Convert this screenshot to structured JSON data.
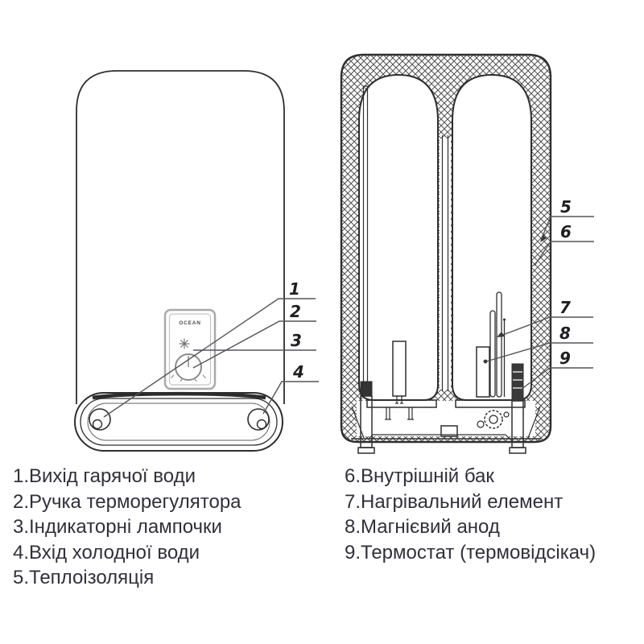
{
  "figure": {
    "description": "Water heater manual illustration: external front view and cross-section view with numbered callouts",
    "brand": "OCEAN",
    "views": {
      "front_view_callouts": [
        "1",
        "2",
        "3",
        "4"
      ],
      "cross_section_callouts": [
        "5",
        "6",
        "7",
        "8",
        "9"
      ]
    }
  },
  "legend": {
    "left": [
      {
        "num": "1.",
        "label": "Вихід гарячої води"
      },
      {
        "num": "2.",
        "label": "Ручка терморегулятора"
      },
      {
        "num": "3.",
        "label": "Індикаторні лампочки"
      },
      {
        "num": "4.",
        "label": "Вхід холодної води"
      },
      {
        "num": "5.",
        "label": "Теплоізоляція"
      }
    ],
    "right": [
      {
        "num": "6.",
        "label": "Внутрішній бак"
      },
      {
        "num": "7.",
        "label": "Нагрівальний елемент"
      },
      {
        "num": "8.",
        "label": "Магнієвий анод"
      },
      {
        "num": "9.",
        "label": "Термостат (термовідсікач)"
      }
    ]
  },
  "colors": {
    "line": "#2e2e2e",
    "leader_line": "#55555a",
    "text": "#30303a",
    "panel_outline": "#a9a9a9",
    "background": "#ffffff"
  }
}
